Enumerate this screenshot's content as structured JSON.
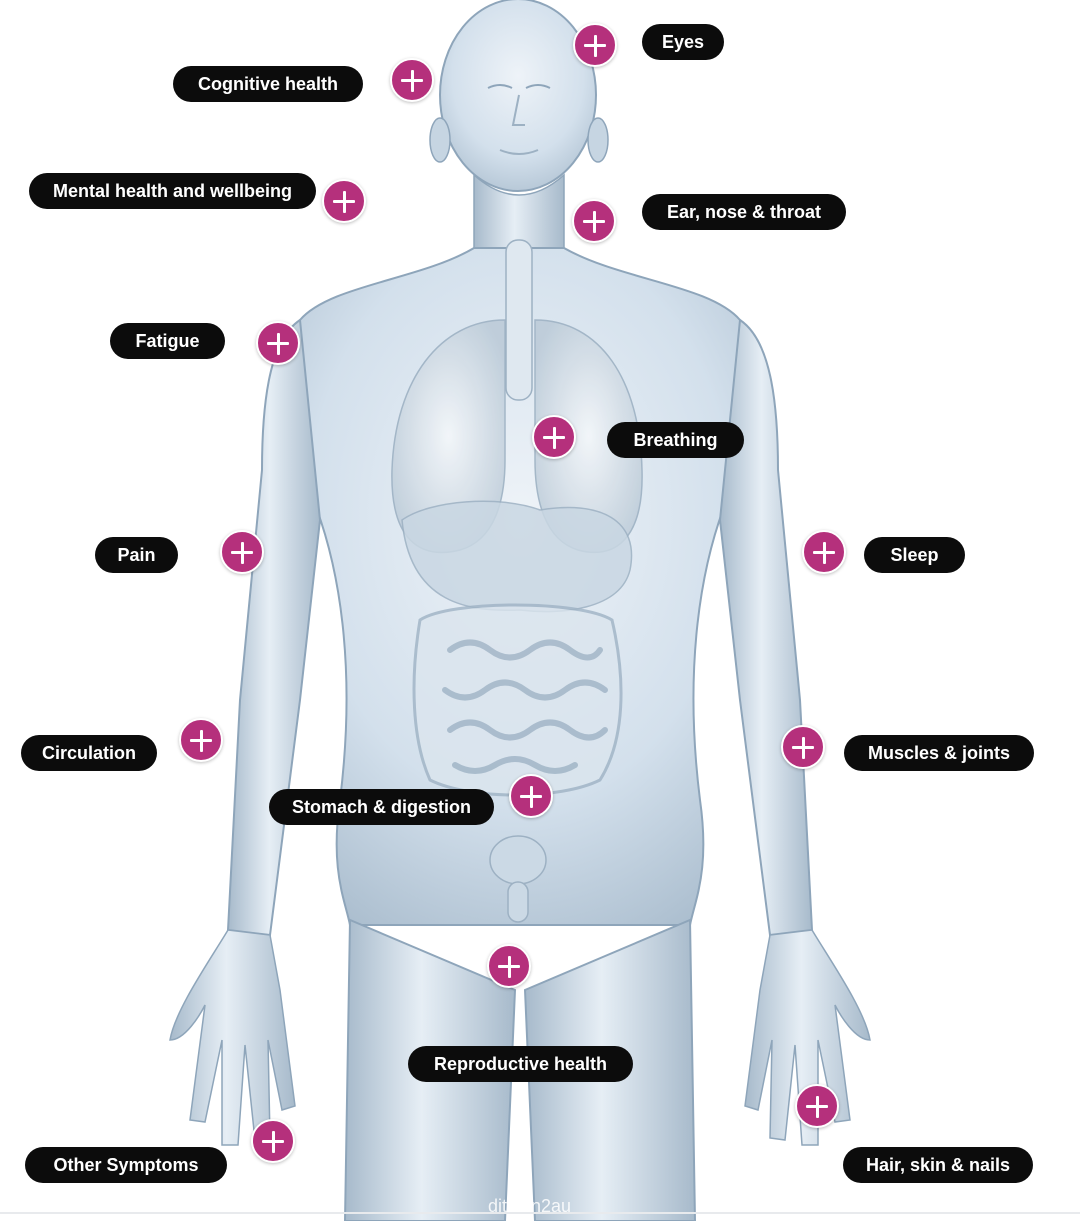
{
  "labels": {
    "eyes": "Eyes",
    "cognitive_health": "Cognitive health",
    "mental_health": "Mental health and wellbeing",
    "ear_nose_throat": "Ear, nose & throat",
    "fatigue": "Fatigue",
    "breathing": "Breathing",
    "pain": "Pain",
    "sleep": "Sleep",
    "circulation": "Circulation",
    "muscles_joints": "Muscles & joints",
    "stomach_digestion": "Stomach & digestion",
    "reproductive_health": "Reproductive health",
    "other_symptoms": "Other Symptoms",
    "hair_skin_nails": "Hair, skin & nails"
  },
  "watermark": "ditu.cn2au",
  "colors": {
    "pill_background": "#0c0c0c",
    "pill_text": "#ffffff",
    "plus_marker": "#b5307c",
    "body_fill": "#d7e3ee",
    "body_outline": "#8fa6bb"
  },
  "icons": {
    "marker": "plus-icon"
  }
}
